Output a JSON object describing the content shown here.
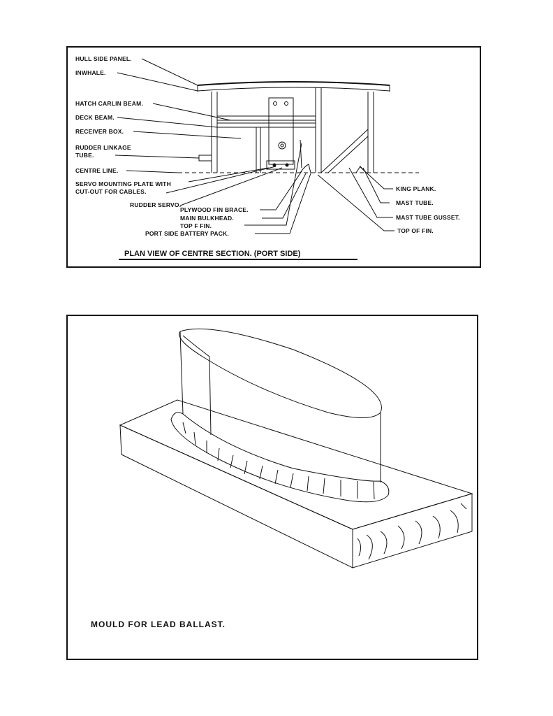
{
  "top_diagram": {
    "caption": "PLAN VIEW OF CENTRE SECTION. (PORT SIDE)",
    "labels": {
      "hull_side_panel": "HULL SIDE PANEL.",
      "inwhale": "INWHALE.",
      "hatch_carlin_beam": "HATCH CARLIN BEAM.",
      "deck_beam": "DECK BEAM.",
      "receiver_box": "RECEIVER BOX.",
      "rudder_linkage_line1": "RUDDER LINKAGE",
      "rudder_linkage_line2": "TUBE.",
      "centre_line": "CENTRE LINE.",
      "servo_plate_line1": "SERVO MOUNTING PLATE WITH",
      "servo_plate_line2": "CUT-OUT FOR CABLES.",
      "rudder_servo": "RUDDER SERVO.",
      "plywood_fin_brace": "PLYWOOD FIN BRACE.",
      "main_bulkhead": "MAIN BULKHEAD.",
      "top_f_fin": "TOP F FIN.",
      "port_side_battery_pack": "PORT SIDE BATTERY PACK.",
      "king_plank": "KING PLANK.",
      "mast_tube": "MAST TUBE.",
      "mast_tube_gusset": "MAST TUBE GUSSET.",
      "top_of_fin": "TOP OF FIN."
    }
  },
  "bottom_diagram": {
    "caption": "MOULD FOR LEAD BALLAST."
  }
}
